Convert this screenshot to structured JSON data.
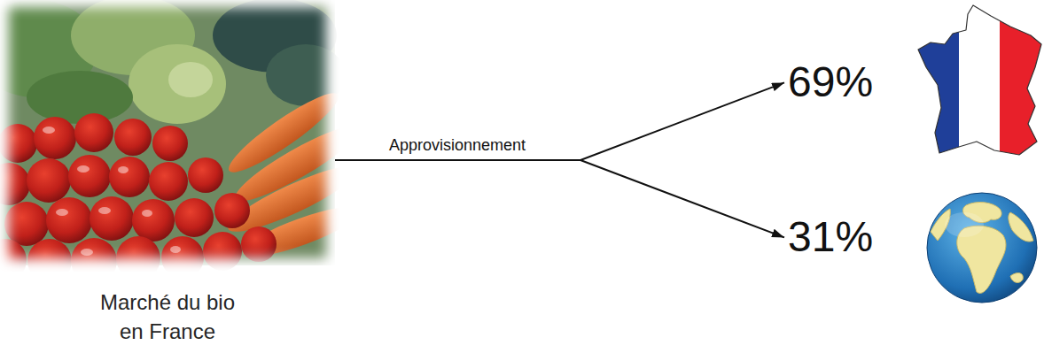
{
  "diagram": {
    "nodes": [
      {
        "text": [
          "Marché du bio en France"
        ]
      },
      {
        "text": [
          "69%"
        ]
      },
      {
        "text": [
          "31%"
        ]
      }
    ],
    "edges": [
      {
        "from": 0,
        "to": 1,
        "arrow": "to",
        "label": "Approvisionnement"
      },
      {
        "from": 0,
        "to": 2,
        "arrow": "to"
      }
    ]
  }
}
